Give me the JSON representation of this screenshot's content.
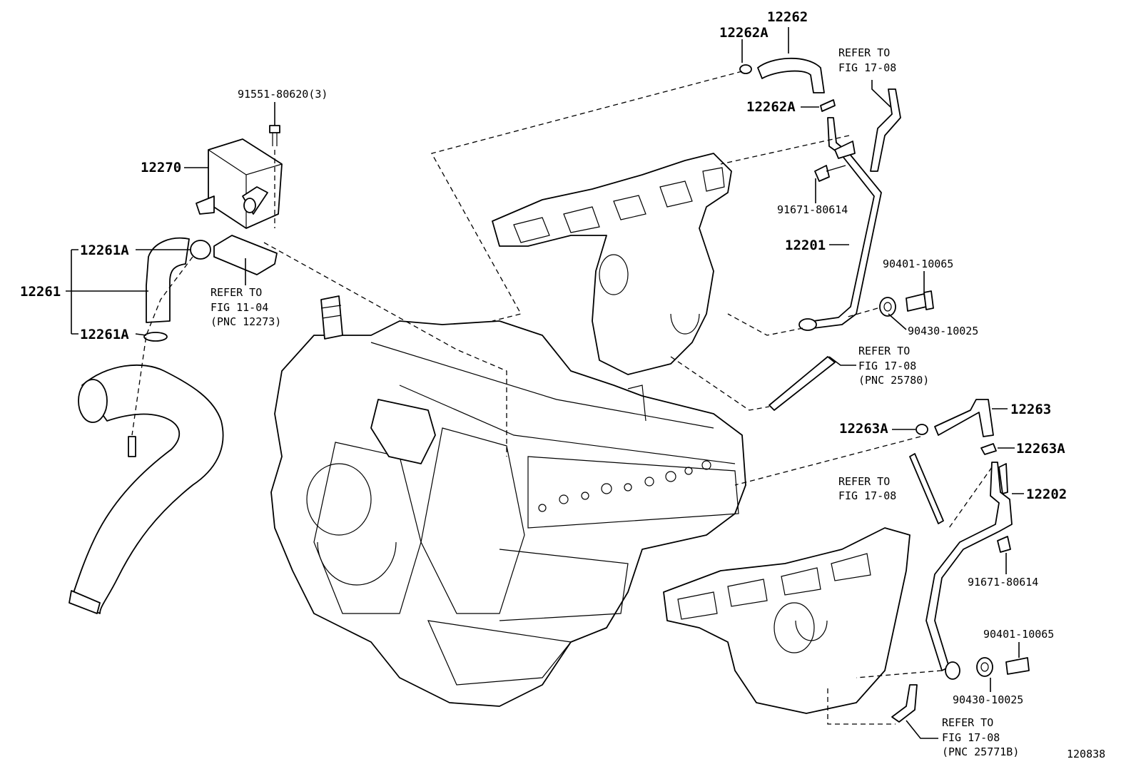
{
  "labels": {
    "p12262": "12262",
    "p12262A_top": "12262A",
    "p12262A_mid": "12262A",
    "ref_1708_a_l1": "REFER TO",
    "ref_1708_a_l2": "FIG 17-08",
    "p91551": "91551-80620(3)",
    "p12270": "12270",
    "p12261A_top": "12261A",
    "p12261": "12261",
    "p12261A_bot": "12261A",
    "ref_1104_l1": "REFER TO",
    "ref_1104_l2": "FIG 11-04",
    "ref_1104_l3": "(PNC 12273)",
    "p91671_a": "91671-80614",
    "p12201": "12201",
    "p90401_a": "90401-10065",
    "p90430_a": "90430-10025",
    "ref_25780_l1": "REFER TO",
    "ref_25780_l2": "FIG 17-08",
    "ref_25780_l3": "(PNC 25780)",
    "p12263": "12263",
    "p12263A_left": "12263A",
    "p12263A_right": "12263A",
    "ref_1708_b_l1": "REFER TO",
    "ref_1708_b_l2": "FIG 17-08",
    "p12202": "12202",
    "p91671_b": "91671-80614",
    "p90401_b": "90401-10065",
    "p90430_b": "90430-10025",
    "ref_25771_l1": "REFER TO",
    "ref_25771_l2": "FIG 17-08",
    "ref_25771_l3": "(PNC 25771B)",
    "figure_id": "120838"
  }
}
